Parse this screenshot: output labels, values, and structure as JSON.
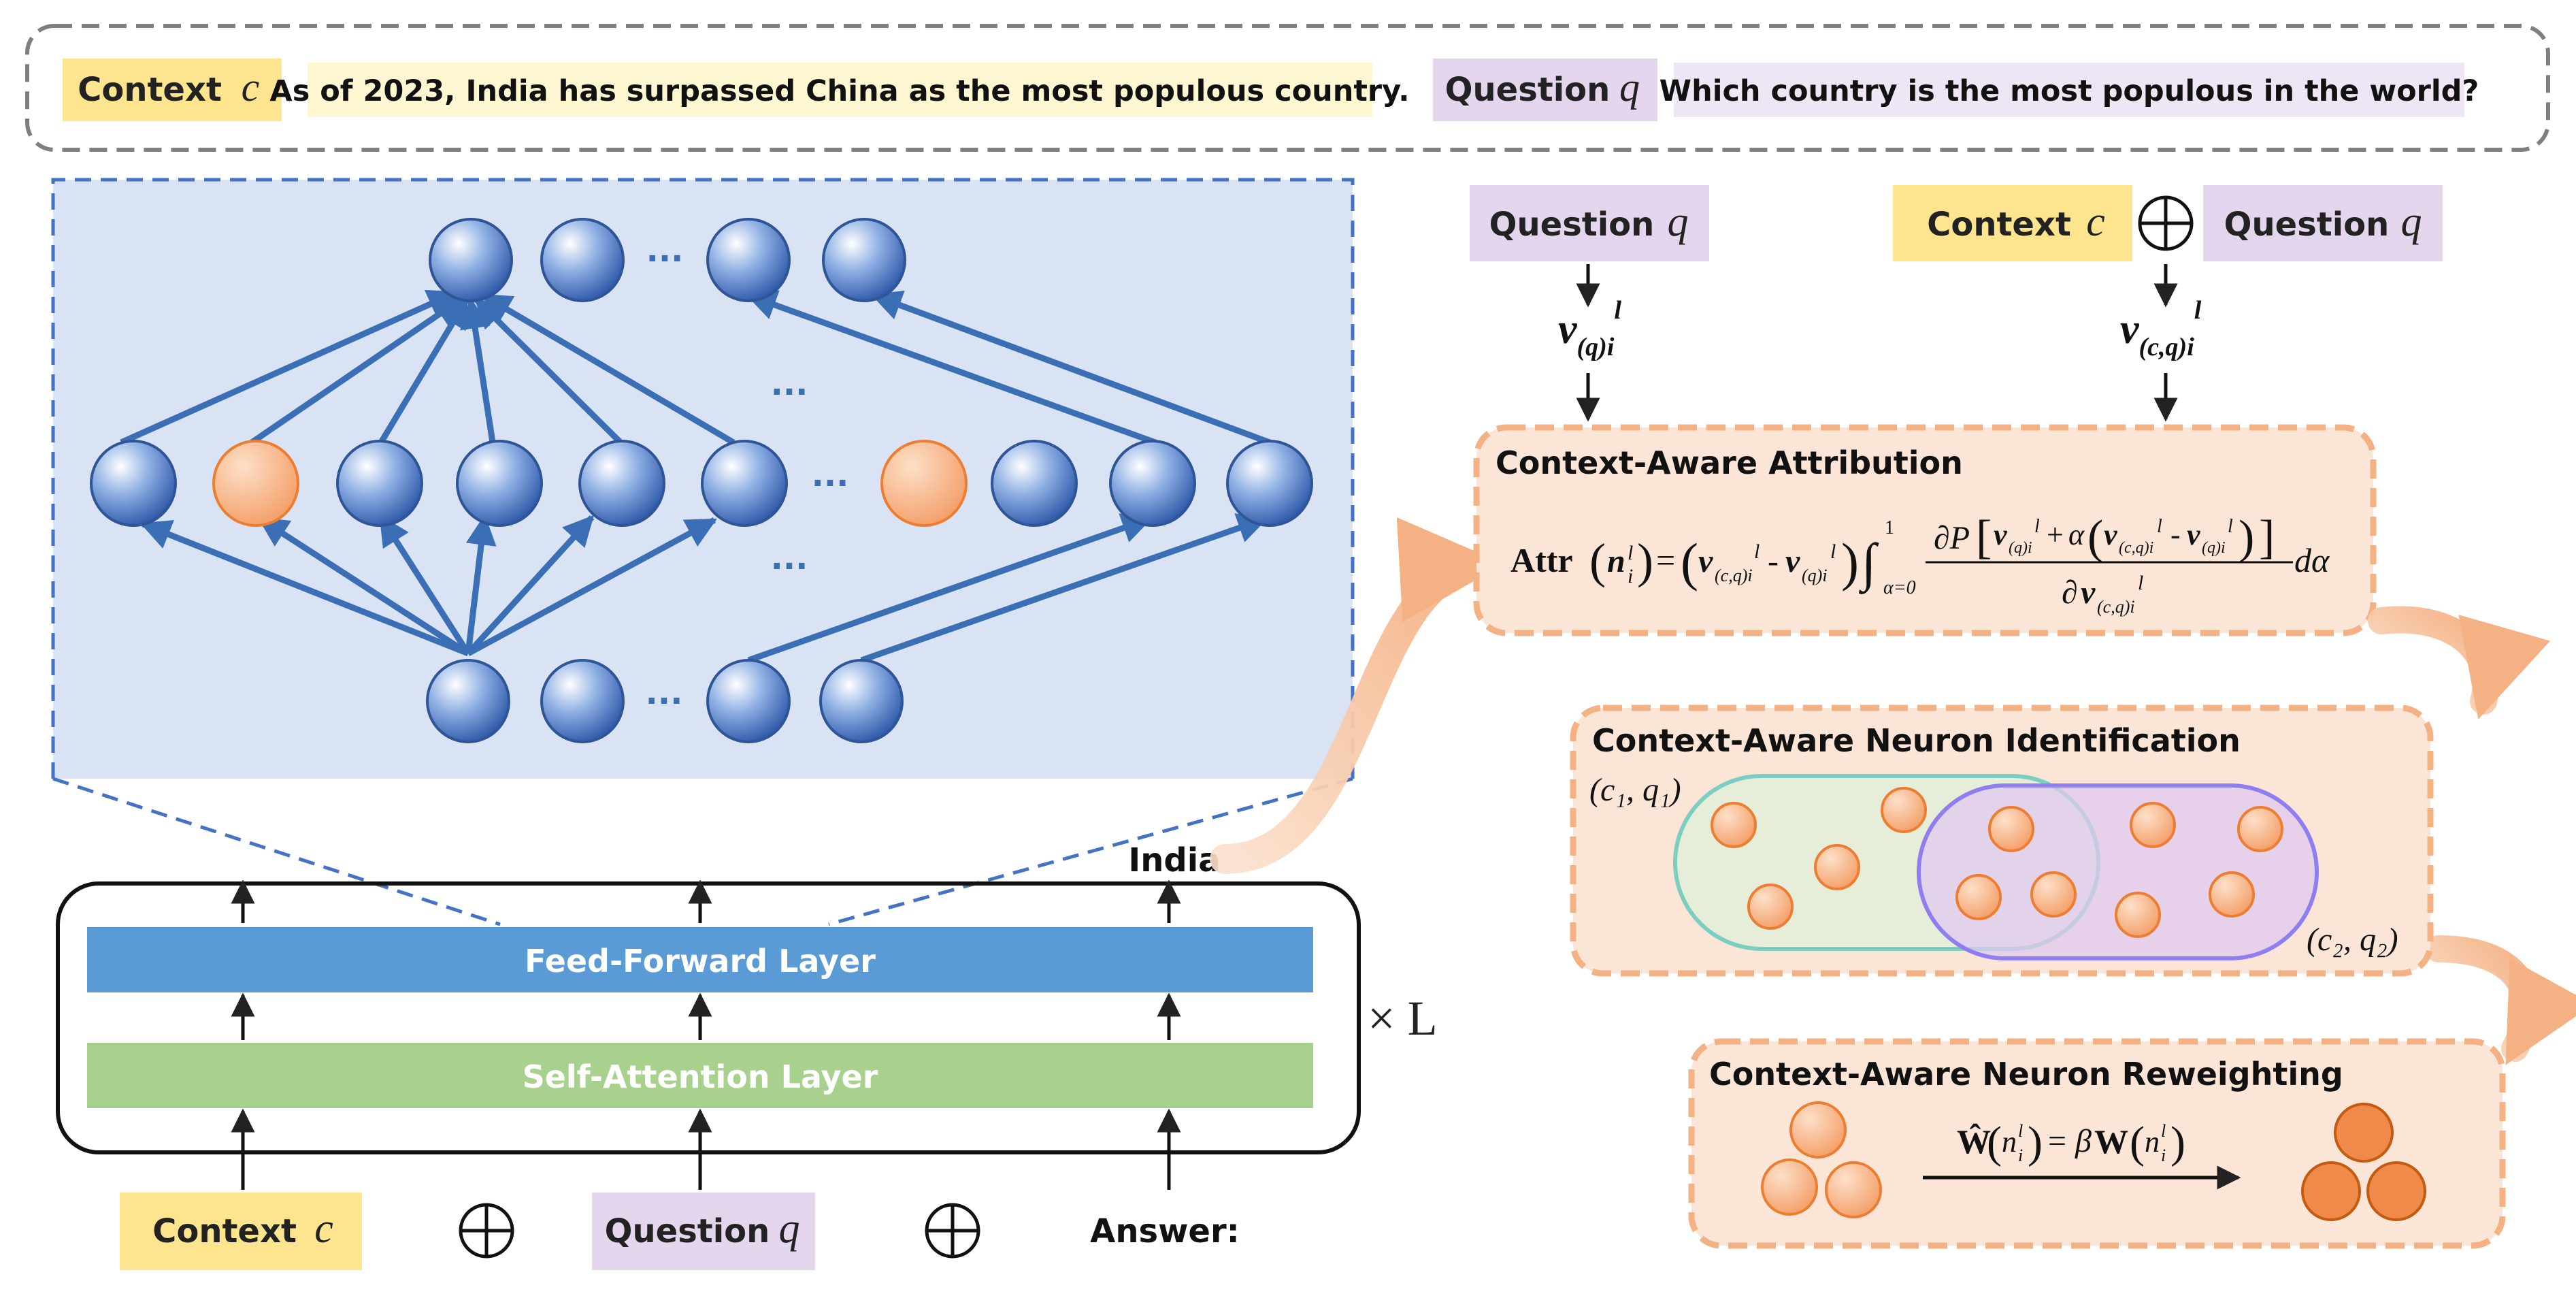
{
  "top_bar": {
    "context_label": "Context",
    "context_symbol": "c",
    "context_text": "As of 2023, India has surpassed China as the most populous country.",
    "question_label": "Question",
    "question_symbol": "q",
    "question_text": "Which country is the most populous in the world?"
  },
  "model": {
    "ffn_label": "Feed-Forward Layer",
    "attn_label": "Self-Attention Layer",
    "repeat_label": "× L",
    "output_token": "India",
    "input_context_label": "Context",
    "input_context_symbol": "c",
    "input_question_label": "Question",
    "input_question_symbol": "q",
    "input_answer_label": "Answer:",
    "ellipsis": "···"
  },
  "pipeline": {
    "question_label": "Question",
    "question_symbol": "q",
    "context_label": "Context",
    "context_symbol": "c",
    "second_question_label": "Question",
    "second_question_symbol": "q",
    "attribution_title": "Context-Aware Attribution",
    "identification_title": "Context-Aware Neuron Identification",
    "pair1_label": "(c₁, q₁)",
    "pair2_label": "(c₂, q₂)",
    "reweighting_title": "Context-Aware Neuron Reweighting"
  },
  "colors": {
    "context_fill": "#fde58f",
    "question_fill": "#e4d6ec",
    "ffn_fill": "#5b9bd5",
    "attn_fill": "#a9d18e",
    "panel_fill": "#fbe5d6",
    "panel_border": "#f4b183",
    "neuron_blue": "#4472c4",
    "neuron_orange": "#f4b183",
    "zoom_fill": "#dae3f3"
  }
}
